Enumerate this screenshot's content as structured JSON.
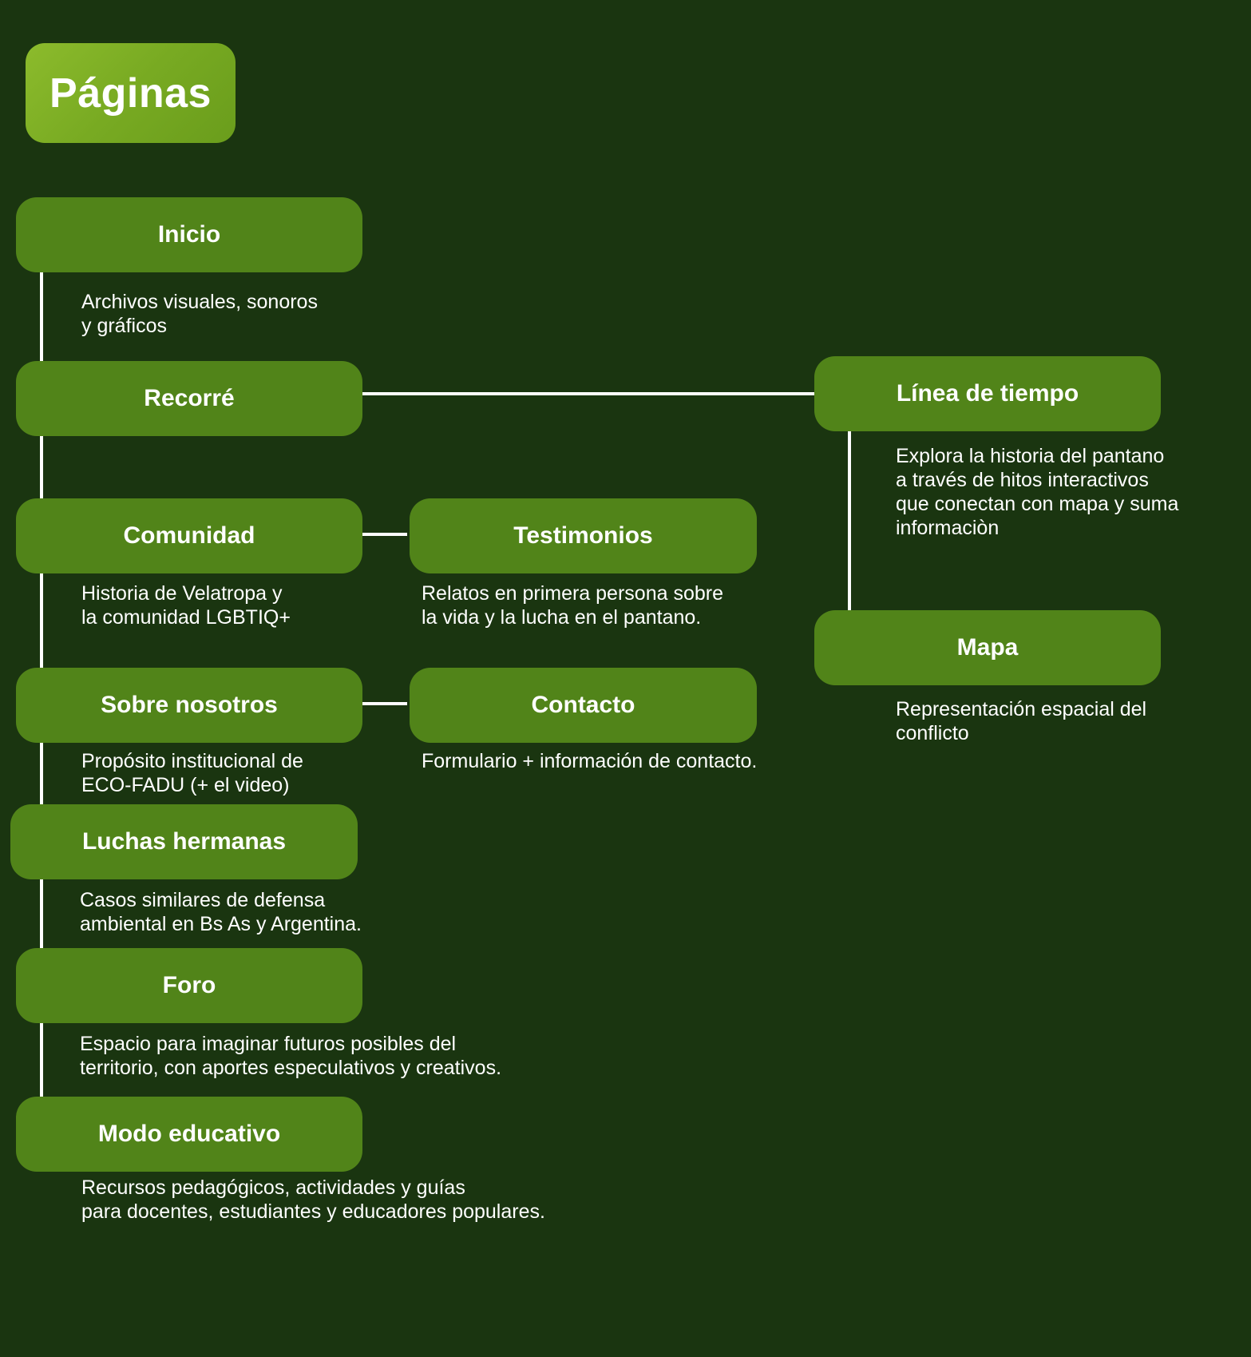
{
  "title": "Páginas",
  "nodes": {
    "inicio": {
      "label": "Inicio",
      "description": "Archivos visuales, sonoros\ny gráficos"
    },
    "recorre": {
      "label": "Recorré",
      "description": ""
    },
    "linea_de_tiempo": {
      "label": "Línea de tiempo",
      "description": "Explora la historia del pantano\na través de hitos interactivos\nque conectan con mapa y suma\ninformaciòn"
    },
    "mapa": {
      "label": "Mapa",
      "description": "Representación espacial del\nconflicto"
    },
    "comunidad": {
      "label": "Comunidad",
      "description": "Historia de Velatropa y\nla comunidad LGBTIQ+"
    },
    "testimonios": {
      "label": "Testimonios",
      "description": "Relatos en primera persona sobre\nla vida y la lucha en el pantano."
    },
    "sobre_nosotros": {
      "label": "Sobre nosotros",
      "description": "Propósito institucional de\nECO-FADU (+ el video)"
    },
    "contacto": {
      "label": "Contacto",
      "description": "Formulario + información de contacto."
    },
    "luchas_hermanas": {
      "label": "Luchas hermanas",
      "description": "Casos similares de defensa\nambiental en Bs As y Argentina."
    },
    "foro": {
      "label": "Foro",
      "description": "Espacio para imaginar futuros posibles del\nterritorio, con aportes especulativos y creativos."
    },
    "modo_educativo": {
      "label": "Modo educativo",
      "description": "Recursos pedagógicos, actividades y guías\npara docentes, estudiantes y educadores populares."
    }
  },
  "colors": {
    "background": "#1a3510",
    "node_fill": "#518419",
    "title_fill": "#7ab024",
    "connector": "#ffffff",
    "text": "#ffffff"
  }
}
